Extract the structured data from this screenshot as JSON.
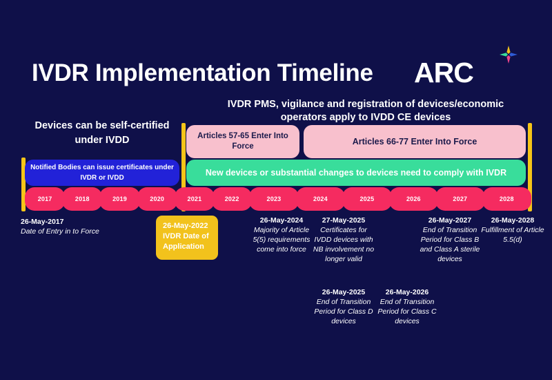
{
  "page": {
    "title": "IVDR Implementation Timeline",
    "background_color": "#0f1049"
  },
  "logo": {
    "wordmark": "ARC",
    "star_icon": "four-point-star-icon",
    "star_colors": [
      "#f2c21c",
      "#2f5bd6",
      "#39dd9b",
      "#f0468a"
    ]
  },
  "headers": {
    "left": "Devices can be self-certified under IVDD",
    "right": "IVDR PMS, vigilance and registration of devices/economic operators apply to IVDD CE devices"
  },
  "bands": [
    {
      "id": "articles-57-65",
      "label": "Articles 57-65 Enter Into Force",
      "color": "#f8c0cd"
    },
    {
      "id": "articles-66-77",
      "label": "Articles 66-77 Enter Into Force",
      "color": "#f8c0cd"
    },
    {
      "id": "notified-bodies",
      "label": "Notified Bodies can issue certificates under IVDR or IVDD",
      "color": "#2222d8"
    },
    {
      "id": "new-devices",
      "label": "New devices or substantial changes to devices need to comply with IVDR",
      "color": "#39dd9b"
    }
  ],
  "timeline": {
    "pill_color": "#f52b60",
    "divider_color": "#f5c518",
    "years": [
      {
        "label": "2017",
        "width": 62
      },
      {
        "label": "2018",
        "width": 62
      },
      {
        "label": "2019",
        "width": 62
      },
      {
        "label": "2020",
        "width": 62
      },
      {
        "label": "2021",
        "width": 62
      },
      {
        "label": "2022",
        "width": 62
      },
      {
        "label": "2023",
        "width": 84
      },
      {
        "label": "2024",
        "width": 84
      },
      {
        "label": "2025",
        "width": 84
      },
      {
        "label": "2026",
        "width": 84
      },
      {
        "label": "2027",
        "width": 84
      },
      {
        "label": "2028",
        "width": 84
      }
    ]
  },
  "notes": {
    "n2017": {
      "date": "26-May-2017",
      "desc": "Date of Entry in to Force"
    },
    "n2022": {
      "date": "26-May-2022",
      "desc": "IVDR Date of Application",
      "color": "#f2c21c"
    },
    "n2024": {
      "date": "26-May-2024",
      "desc": "Majority of Article 5(5) requirements come into force"
    },
    "n2025a": {
      "date": "27-May-2025",
      "desc": "Certificates  for IVDD devices with NB involvement no longer valid"
    },
    "n2025b": {
      "date": "26-May-2025",
      "desc": "End of Transition Period for Class D devices"
    },
    "n2026": {
      "date": "26-May-2026",
      "desc": "End of Transition Period for Class C devices"
    },
    "n2027": {
      "date": "26-May-2027",
      "desc": "End of Transition Period for Class B and Class A sterile devices"
    },
    "n2028": {
      "date": "26-May-2028",
      "desc": "Fulfillment of Article 5.5(d)"
    }
  }
}
